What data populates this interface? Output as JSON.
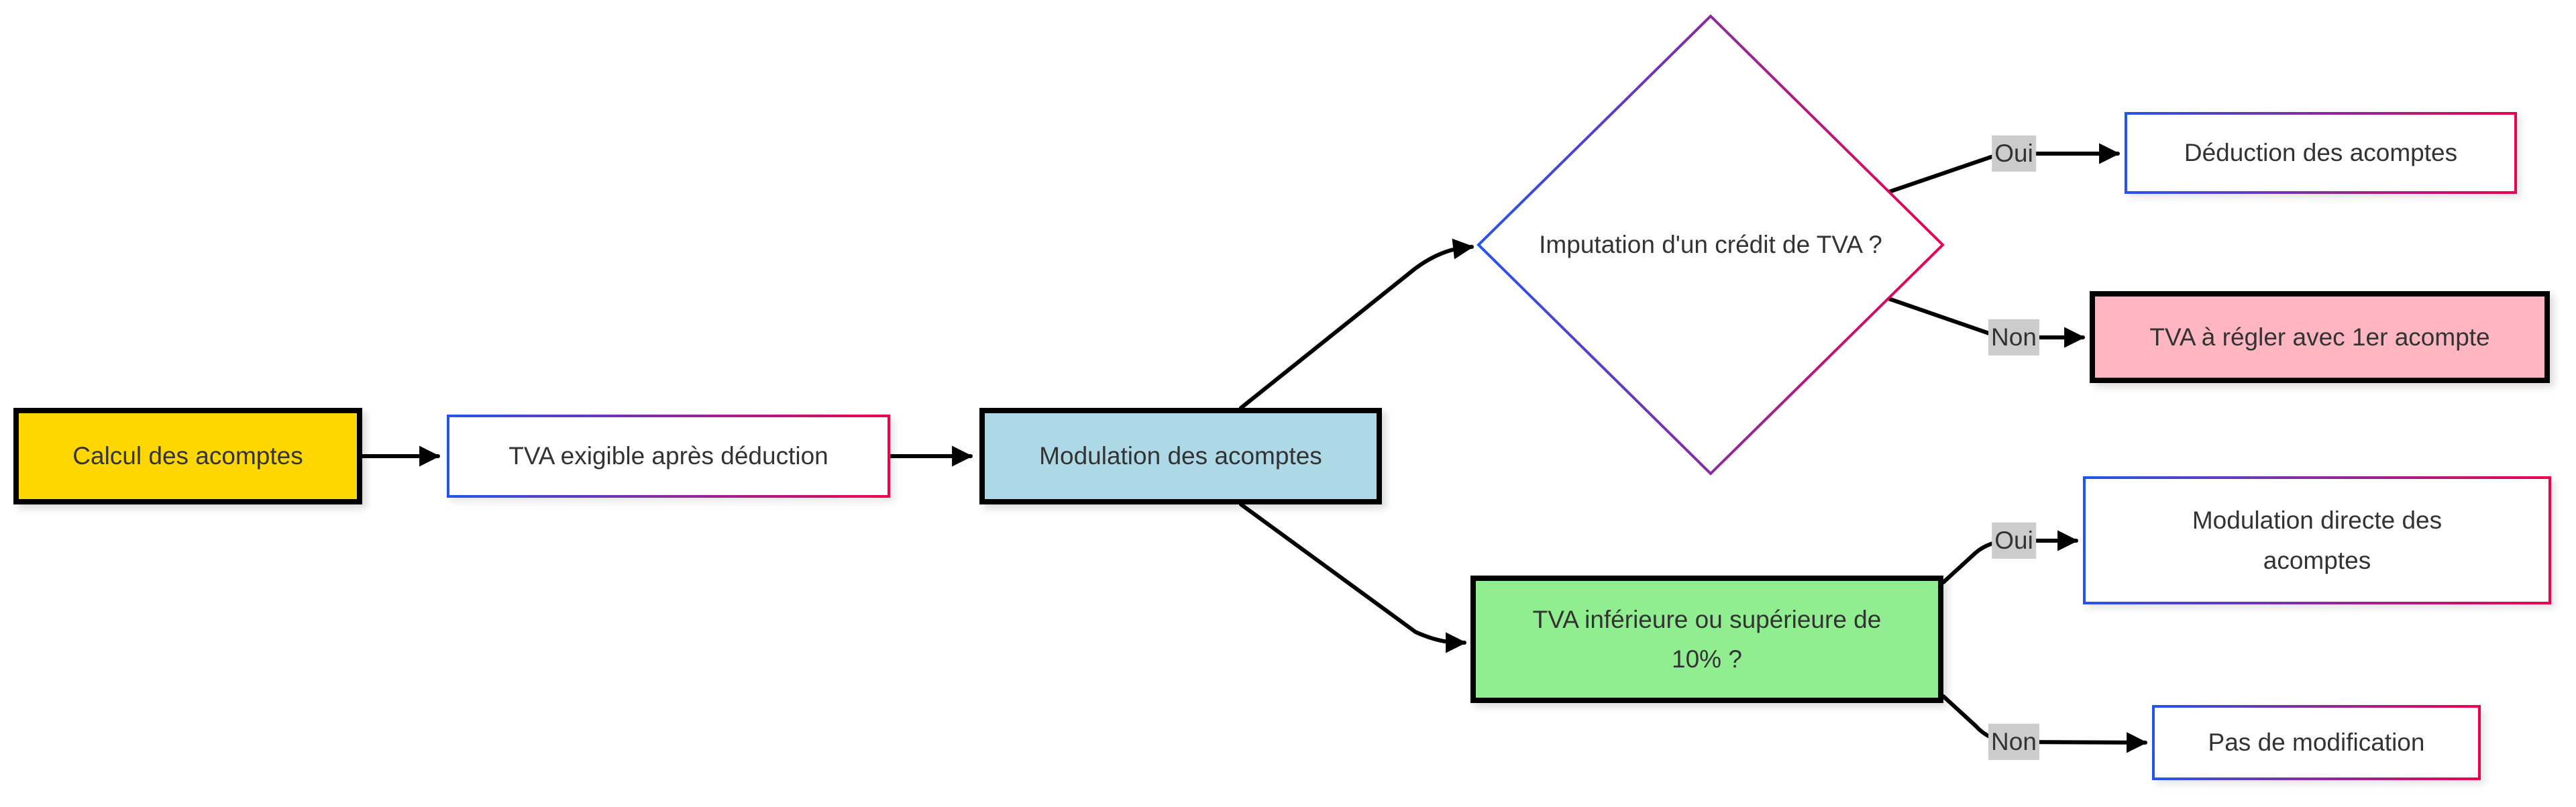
{
  "diagram": {
    "type": "flowchart",
    "direction": "left-to-right",
    "nodes": {
      "calcul": {
        "label": "Calcul des acomptes",
        "shape": "rect",
        "fill": "#ffd700",
        "border": "black-thick"
      },
      "tva_exigible": {
        "label": "TVA exigible après déduction",
        "shape": "rect",
        "fill": "#ffffff",
        "border": "blue-crimson-gradient"
      },
      "modulation": {
        "label": "Modulation des acomptes",
        "shape": "rect",
        "fill": "#add8e6",
        "border": "black-thick"
      },
      "credit_tva": {
        "label": "Imputation d'un crédit de TVA ?",
        "shape": "diamond",
        "fill": "#ffffff",
        "border": "blue-crimson-gradient"
      },
      "deduction": {
        "label": "Déduction des acomptes",
        "shape": "rect",
        "fill": "#ffffff",
        "border": "blue-crimson-gradient"
      },
      "tva_regler": {
        "label": "TVA à régler avec 1er acompte",
        "shape": "rect",
        "fill": "#ffb6c1",
        "border": "black-thick"
      },
      "tva_10": {
        "label": "TVA inférieure ou supérieure de 10% ?",
        "shape": "rect",
        "fill": "#90ee90",
        "border": "black-thick"
      },
      "modulation_directe": {
        "label": "Modulation directe des acomptes",
        "shape": "rect",
        "fill": "#ffffff",
        "border": "blue-crimson-gradient"
      },
      "pas_modification": {
        "label": "Pas de modification",
        "shape": "rect",
        "fill": "#ffffff",
        "border": "blue-crimson-gradient"
      }
    },
    "edges": [
      {
        "from": "calcul",
        "to": "tva_exigible",
        "label": ""
      },
      {
        "from": "tva_exigible",
        "to": "modulation",
        "label": ""
      },
      {
        "from": "modulation",
        "to": "credit_tva",
        "label": ""
      },
      {
        "from": "modulation",
        "to": "tva_10",
        "label": ""
      },
      {
        "from": "credit_tva",
        "to": "deduction",
        "label": "Oui"
      },
      {
        "from": "credit_tva",
        "to": "tva_regler",
        "label": "Non"
      },
      {
        "from": "tva_10",
        "to": "modulation_directe",
        "label": "Oui"
      },
      {
        "from": "tva_10",
        "to": "pas_modification",
        "label": "Non"
      }
    ],
    "colors": {
      "background": "#ffffff",
      "node_bg": "#ffffff",
      "node_text": "#333333",
      "edge": "#000000",
      "thick_border": "#000000",
      "gradient_start": "#2454f0",
      "gradient_end": "#ee0050",
      "yellow": "#ffd700",
      "light_blue": "#add8e6",
      "light_green": "#90ee90",
      "pink": "#ffb6c1",
      "edge_label_bg": "#cccccc"
    }
  }
}
